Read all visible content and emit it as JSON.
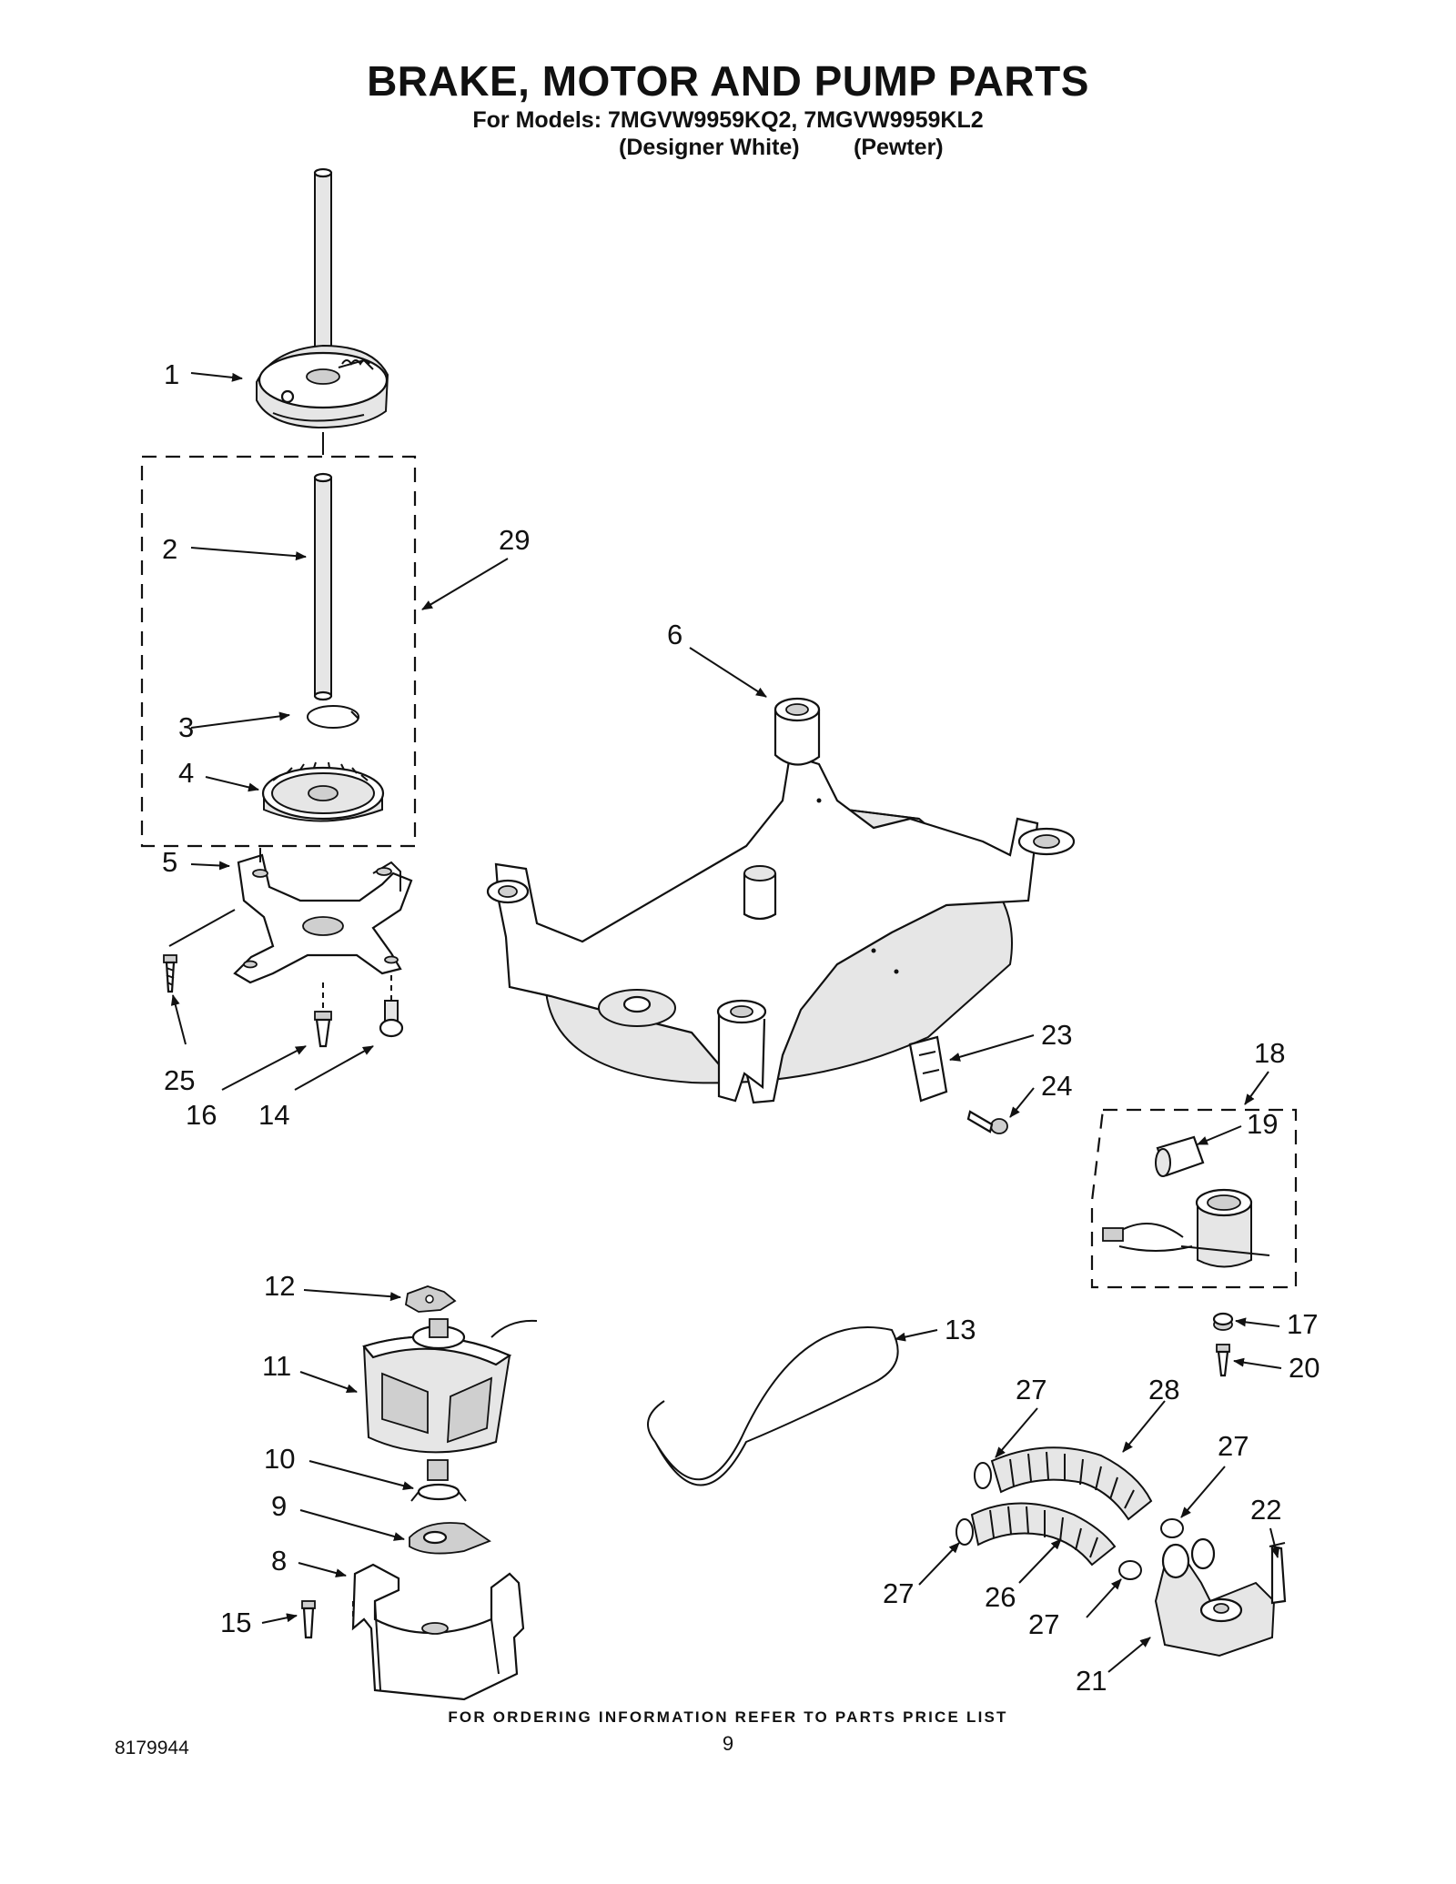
{
  "header": {
    "title": "BRAKE,  MOTOR AND PUMP PARTS",
    "models_line": "For Models: 7MGVW9959KQ2, 7MGVW9959KL2",
    "variant_1": "(Designer White)",
    "variant_2": "(Pewter)"
  },
  "footer": {
    "ordering_note": "FOR ORDERING INFORMATION REFER TO PARTS PRICE LIST",
    "doc_number": "8179944",
    "page_number": "9"
  },
  "callouts": [
    {
      "id": "c1",
      "text": "1"
    },
    {
      "id": "c2",
      "text": "2"
    },
    {
      "id": "c3",
      "text": "3"
    },
    {
      "id": "c4",
      "text": "4"
    },
    {
      "id": "c5",
      "text": "5"
    },
    {
      "id": "c6",
      "text": "6"
    },
    {
      "id": "c8",
      "text": "8"
    },
    {
      "id": "c9",
      "text": "9"
    },
    {
      "id": "c10",
      "text": "10"
    },
    {
      "id": "c11",
      "text": "11"
    },
    {
      "id": "c12",
      "text": "12"
    },
    {
      "id": "c13",
      "text": "13"
    },
    {
      "id": "c14",
      "text": "14"
    },
    {
      "id": "c15",
      "text": "15"
    },
    {
      "id": "c16",
      "text": "16"
    },
    {
      "id": "c17",
      "text": "17"
    },
    {
      "id": "c18",
      "text": "18"
    },
    {
      "id": "c19",
      "text": "19"
    },
    {
      "id": "c20",
      "text": "20"
    },
    {
      "id": "c21",
      "text": "21"
    },
    {
      "id": "c22",
      "text": "22"
    },
    {
      "id": "c23",
      "text": "23"
    },
    {
      "id": "c24",
      "text": "24"
    },
    {
      "id": "c25",
      "text": "25"
    },
    {
      "id": "c26",
      "text": "26"
    },
    {
      "id": "c27a",
      "text": "27"
    },
    {
      "id": "c27b",
      "text": "27"
    },
    {
      "id": "c27c",
      "text": "27"
    },
    {
      "id": "c27d",
      "text": "27"
    },
    {
      "id": "c28",
      "text": "28"
    },
    {
      "id": "c29",
      "text": "29"
    }
  ]
}
